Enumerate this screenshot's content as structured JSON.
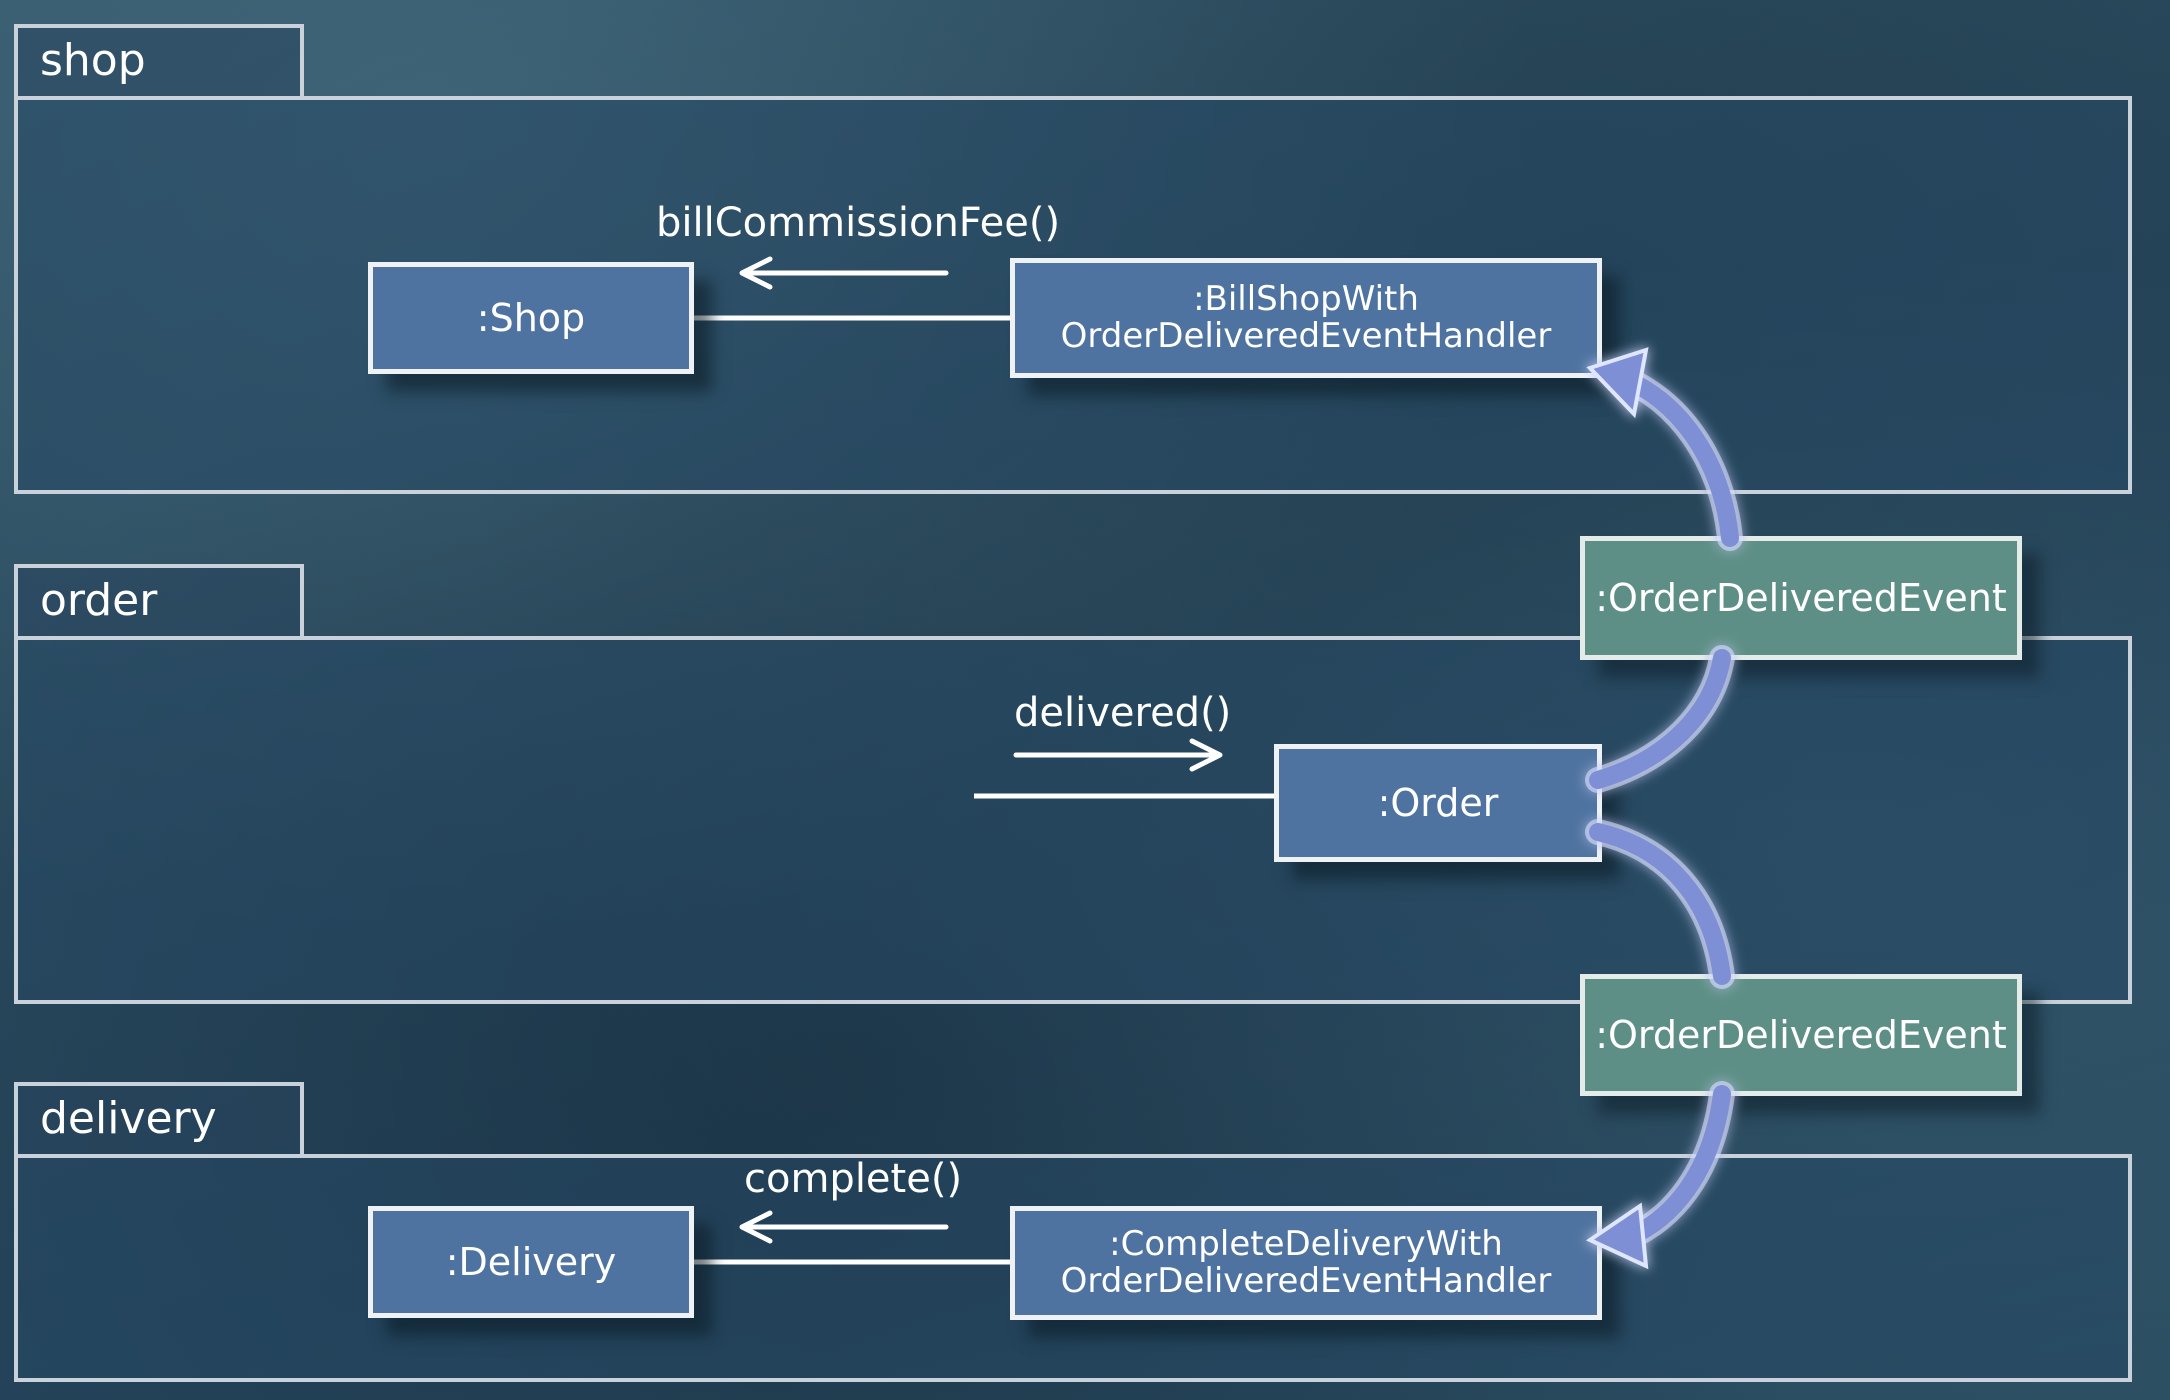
{
  "packages": {
    "shop": {
      "label": "shop"
    },
    "order": {
      "label": "order"
    },
    "delivery": {
      "label": "delivery"
    }
  },
  "objects": {
    "shop": {
      "label": ":Shop"
    },
    "bill_handler": {
      "line1": ":BillShopWith",
      "line2": "OrderDeliveredEventHandler"
    },
    "order": {
      "label": ":Order"
    },
    "delivery": {
      "label": ":Delivery"
    },
    "complete_handler": {
      "line1": ":CompleteDeliveryWith",
      "line2": "OrderDeliveredEventHandler"
    },
    "event_top": {
      "label": ":OrderDeliveredEvent"
    },
    "event_bottom": {
      "label": ":OrderDeliveredEvent"
    }
  },
  "messages": {
    "bill_commission_fee": "billCommissionFee()",
    "delivered": "delivered()",
    "complete": "complete()"
  },
  "colors": {
    "object_fill": "#4f73a0",
    "event_fill": "#5e8f86",
    "border": "#eef2f5",
    "flow_arrow": "#7f8fd6"
  }
}
